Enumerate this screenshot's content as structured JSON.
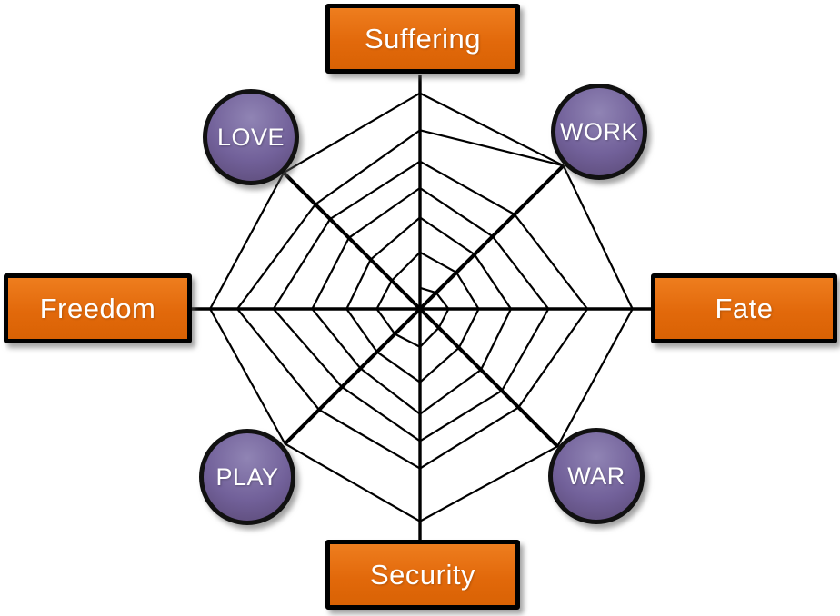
{
  "diagram": {
    "type": "spider-web-diagram",
    "axis_boxes": [
      {
        "id": "top",
        "label": "Suffering"
      },
      {
        "id": "right",
        "label": "Fate"
      },
      {
        "id": "bottom",
        "label": "Security"
      },
      {
        "id": "left",
        "label": "Freedom"
      }
    ],
    "nodes": [
      {
        "id": "top-left",
        "label": "LOVE"
      },
      {
        "id": "top-right",
        "label": "WORK"
      },
      {
        "id": "bottom-right",
        "label": "WAR"
      },
      {
        "id": "bottom-left",
        "label": "PLAY"
      }
    ],
    "colors": {
      "box_fill": "#e2690b",
      "box_fill_light": "#ee7d1e",
      "box_fill_dark": "#d96204",
      "box_border": "#000000",
      "node_fill": "#72619a",
      "node_fill_light": "#9084b4",
      "node_fill_dark": "#594874",
      "node_border": "#111111",
      "label_text": "#ffffff",
      "web_line": "#000000",
      "background": "#ffffff"
    }
  }
}
